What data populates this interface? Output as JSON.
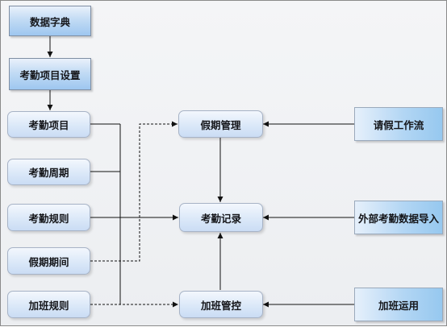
{
  "diagram": {
    "nodes": {
      "dict": "数据字典",
      "attendance_item_setup": "考勤项目设置",
      "attendance_item": "考勤项目",
      "attendance_cycle": "考勤周期",
      "attendance_rule": "考勤规则",
      "holiday_period": "假期期间",
      "overtime_rule": "加班规则",
      "holiday_mgmt": "假期管理",
      "attendance_record": "考勤记录",
      "overtime_ctrl": "加班管控",
      "leave_workflow": "请假工作流",
      "external_import": "外部考勤数据导入",
      "overtime_apply": "加班运用"
    },
    "edges": [
      {
        "from": "数据字典",
        "to": "考勤项目设置",
        "style": "solid"
      },
      {
        "from": "考勤项目设置",
        "to": "考勤项目",
        "style": "solid"
      },
      {
        "from": "考勤项目",
        "to": "加班管控",
        "style": "solid"
      },
      {
        "from": "考勤周期",
        "to": "加班管控",
        "style": "solid"
      },
      {
        "from": "考勤规则",
        "to": "考勤记录",
        "style": "solid"
      },
      {
        "from": "假期期间",
        "to": "假期管理",
        "style": "dashed"
      },
      {
        "from": "加班规则",
        "to": "加班管控",
        "style": "dashed"
      },
      {
        "from": "假期管理",
        "to": "考勤记录",
        "style": "solid"
      },
      {
        "from": "加班管控",
        "to": "考勤记录",
        "style": "solid"
      },
      {
        "from": "请假工作流",
        "to": "假期管理",
        "style": "solid"
      },
      {
        "from": "外部考勤数据导入",
        "to": "考勤记录",
        "style": "solid"
      },
      {
        "from": "加班运用",
        "to": "加班管控",
        "style": "solid"
      }
    ]
  }
}
